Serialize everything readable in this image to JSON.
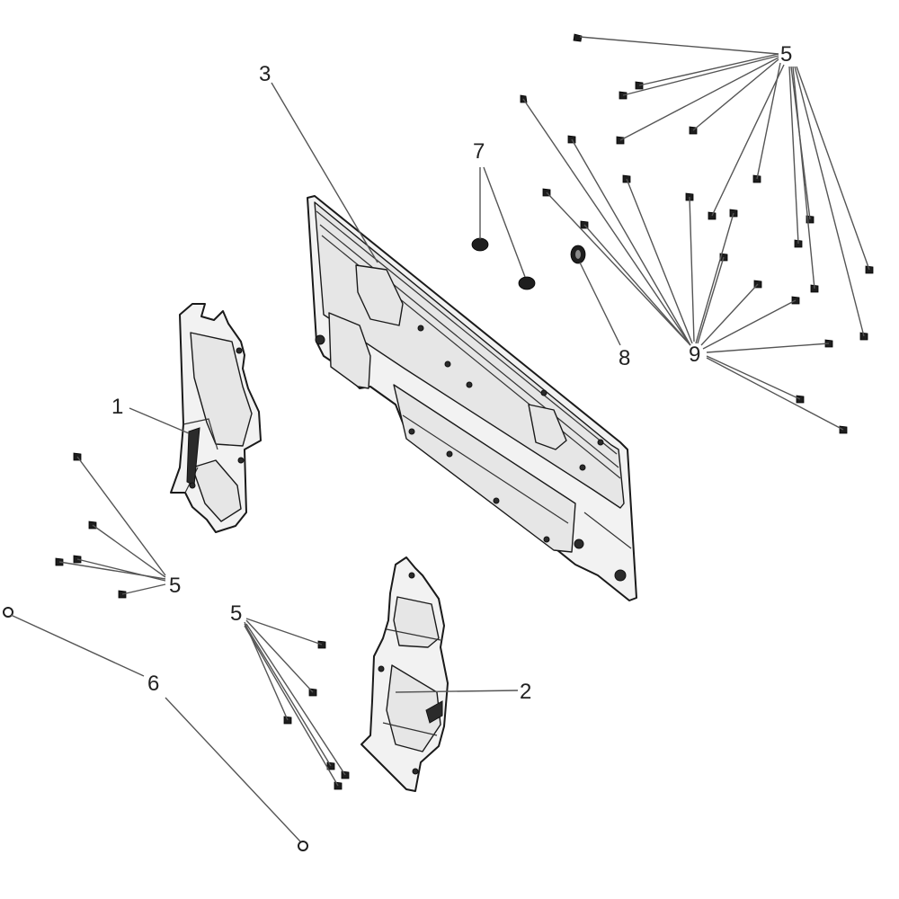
{
  "diagram": {
    "callouts": [
      {
        "id": "c1",
        "label": "1"
      },
      {
        "id": "c2",
        "label": "2"
      },
      {
        "id": "c3",
        "label": "3"
      },
      {
        "id": "c5a",
        "label": "5"
      },
      {
        "id": "c5b",
        "label": "5"
      },
      {
        "id": "c5c",
        "label": "5"
      },
      {
        "id": "c6",
        "label": "6"
      },
      {
        "id": "c7",
        "label": "7"
      },
      {
        "id": "c8",
        "label": "8"
      },
      {
        "id": "c9",
        "label": "9"
      }
    ]
  }
}
